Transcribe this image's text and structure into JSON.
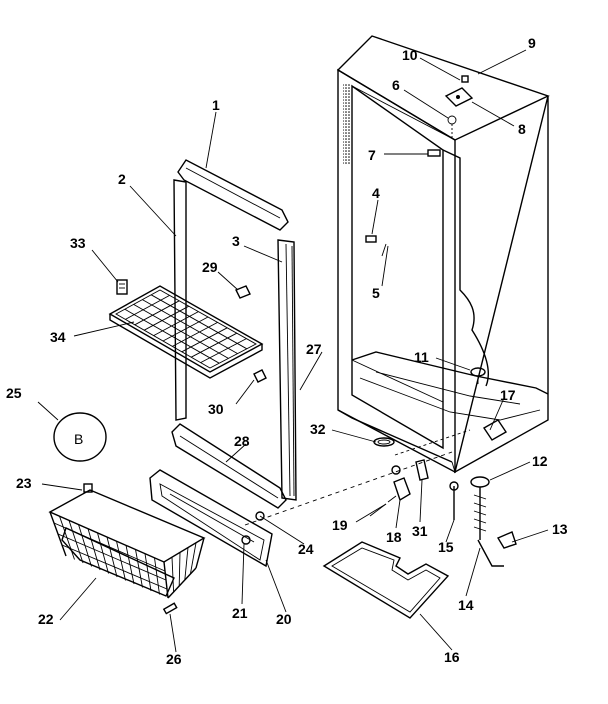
{
  "parts": [
    {
      "id": "p1",
      "label": "1"
    },
    {
      "id": "p2",
      "label": "2"
    },
    {
      "id": "p3",
      "label": "3"
    },
    {
      "id": "p4",
      "label": "4"
    },
    {
      "id": "p5",
      "label": "5"
    },
    {
      "id": "p6",
      "label": "6"
    },
    {
      "id": "p7",
      "label": "7"
    },
    {
      "id": "p8",
      "label": "8"
    },
    {
      "id": "p9",
      "label": "9"
    },
    {
      "id": "p10",
      "label": "10"
    },
    {
      "id": "p11",
      "label": "11"
    },
    {
      "id": "p12",
      "label": "12"
    },
    {
      "id": "p13",
      "label": "13"
    },
    {
      "id": "p14",
      "label": "14"
    },
    {
      "id": "p15",
      "label": "15"
    },
    {
      "id": "p16",
      "label": "16"
    },
    {
      "id": "p17",
      "label": "17"
    },
    {
      "id": "p18",
      "label": "18"
    },
    {
      "id": "p19",
      "label": "19"
    },
    {
      "id": "p20",
      "label": "20"
    },
    {
      "id": "p21",
      "label": "21"
    },
    {
      "id": "p22",
      "label": "22"
    },
    {
      "id": "p23",
      "label": "23"
    },
    {
      "id": "p24",
      "label": "24"
    },
    {
      "id": "p25",
      "label": "25"
    },
    {
      "id": "p26",
      "label": "26"
    },
    {
      "id": "p27",
      "label": "27"
    },
    {
      "id": "p28",
      "label": "28"
    },
    {
      "id": "p29",
      "label": "29"
    },
    {
      "id": "p30",
      "label": "30"
    },
    {
      "id": "p31",
      "label": "31"
    },
    {
      "id": "p32",
      "label": "32"
    },
    {
      "id": "p33",
      "label": "33"
    },
    {
      "id": "p34",
      "label": "34"
    }
  ],
  "inset_label": "B"
}
